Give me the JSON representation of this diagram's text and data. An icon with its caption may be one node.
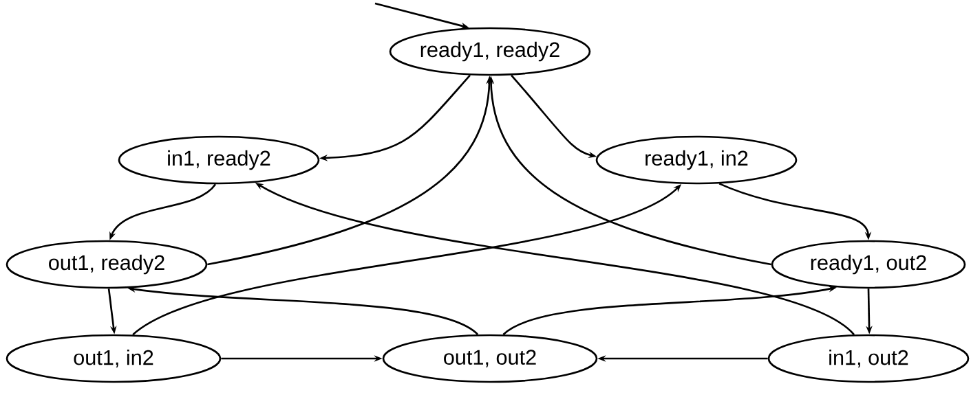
{
  "diagram": {
    "nodes": [
      {
        "text": [
          "ready1, ready2"
        ]
      },
      {
        "text": [
          "in1, ready2"
        ]
      },
      {
        "text": [
          "ready1, in2"
        ]
      },
      {
        "text": [
          "out1, ready2"
        ]
      },
      {
        "text": [
          "ready1, out2"
        ]
      },
      {
        "text": [
          "out1, in2"
        ]
      },
      {
        "text": [
          "out1, out2"
        ]
      },
      {
        "text": [
          "in1, out2"
        ]
      }
    ],
    "edges": [
      {
        "from": null,
        "to": 0,
        "arrow": "to"
      },
      {
        "from": 0,
        "to": 1,
        "arrow": "to"
      },
      {
        "from": 0,
        "to": 2,
        "arrow": "to"
      },
      {
        "from": 1,
        "to": 3,
        "arrow": "to"
      },
      {
        "from": 2,
        "to": 4,
        "arrow": "to"
      },
      {
        "from": 3,
        "to": 5,
        "arrow": "to"
      },
      {
        "from": 4,
        "to": 7,
        "arrow": "to"
      },
      {
        "from": 5,
        "to": 6,
        "arrow": "to"
      },
      {
        "from": 7,
        "to": 6,
        "arrow": "to"
      },
      {
        "from": 3,
        "to": 0,
        "arrow": "to"
      },
      {
        "from": 4,
        "to": 0,
        "arrow": "to"
      },
      {
        "from": 5,
        "to": 2,
        "arrow": "to"
      },
      {
        "from": 7,
        "to": 1,
        "arrow": "to"
      },
      {
        "from": 6,
        "to": 3,
        "arrow": "to"
      },
      {
        "from": 6,
        "to": 4,
        "arrow": "to"
      }
    ]
  }
}
